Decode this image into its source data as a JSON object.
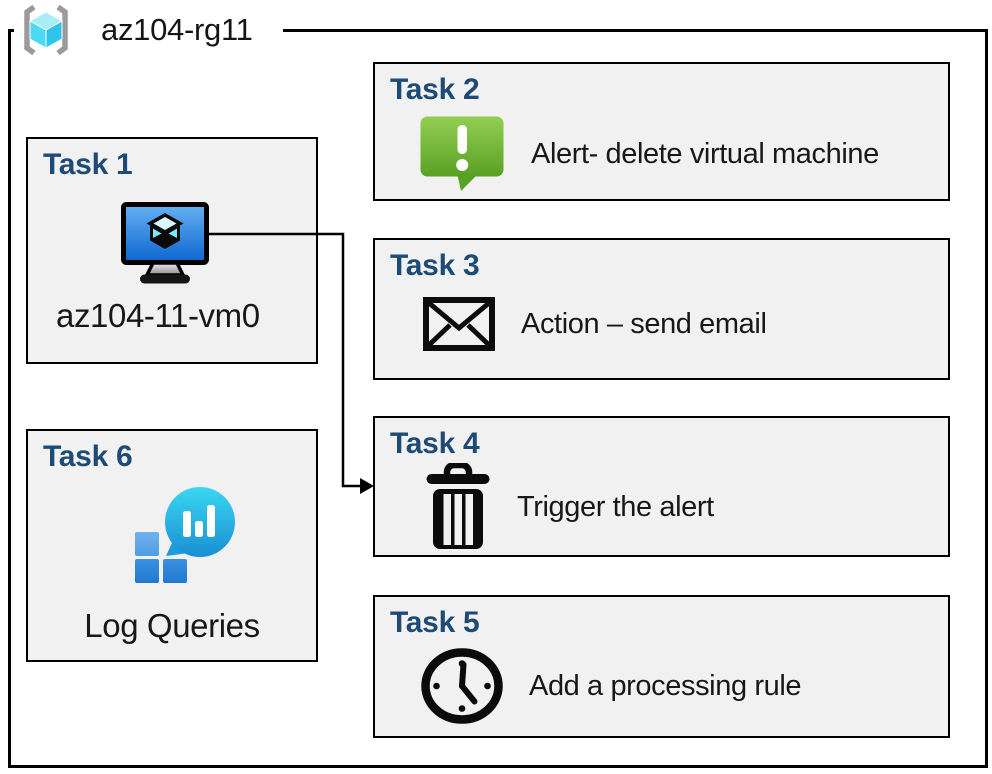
{
  "resource_group": {
    "name": "az104-rg11",
    "icon": "resource-group-icon"
  },
  "tasks": [
    {
      "title": "Task 1",
      "label": "az104-11-vm0",
      "icon": "virtual-machine-icon"
    },
    {
      "title": "Task 2",
      "label": "Alert- delete virtual machine",
      "icon": "alert-message-icon"
    },
    {
      "title": "Task 3",
      "label": "Action – send email",
      "icon": "email-envelope-icon"
    },
    {
      "title": "Task 4",
      "label": "Trigger the alert",
      "icon": "trash-can-icon"
    },
    {
      "title": "Task 5",
      "label": "Add a processing rule",
      "icon": "clock-icon"
    },
    {
      "title": "Task 6",
      "label": "Log Queries",
      "icon": "log-analytics-icon"
    }
  ],
  "connector": {
    "from": "Task 1 (az104-11-vm0)",
    "to": "Task 4 (Trigger the alert)",
    "style": "elbow-arrow"
  },
  "colors": {
    "task_title": "#1d4b76",
    "box_fill": "#f1f1f1",
    "box_border": "#000000",
    "outer_border": "#000000",
    "alert_green_top": "#93ce54",
    "alert_green_bottom": "#58a124",
    "vm_screen_top": "#66b1f2",
    "vm_screen_bottom": "#0d66d0",
    "log_bubble_top": "#3bd6f2",
    "log_bubble_bottom": "#1890d2",
    "log_square_light": "#5fa7e8",
    "log_square_dark": "#2f86dd",
    "rg_bracket_gray": "#9b9b9b",
    "rg_cube_top": "#a9edf8",
    "rg_cube_left": "#4ed9f3",
    "rg_cube_right": "#2ec5e8"
  }
}
